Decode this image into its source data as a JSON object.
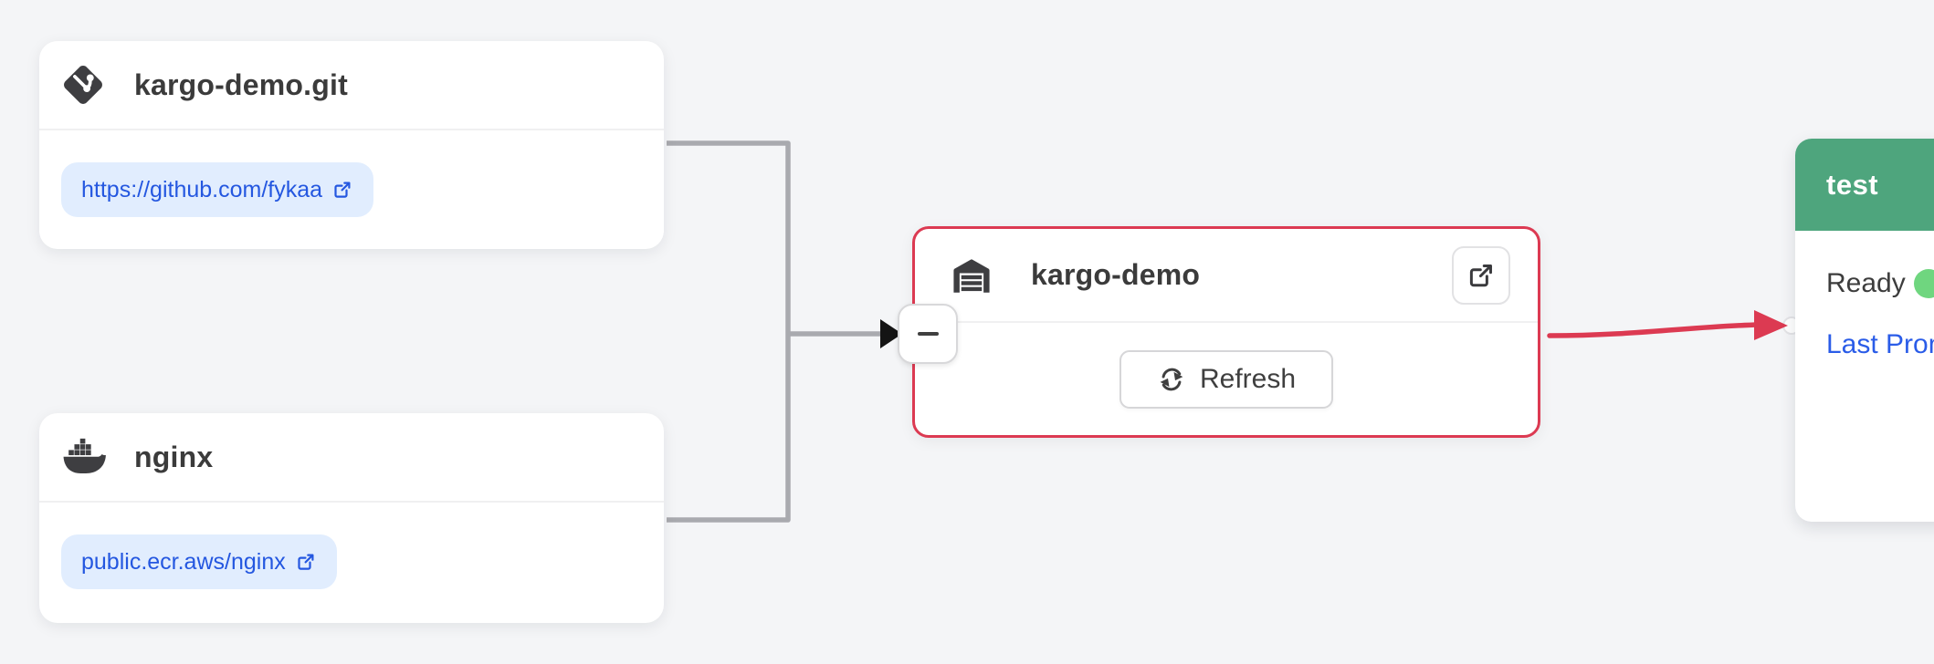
{
  "colors": {
    "background": "#f4f5f7",
    "card_background": "#ffffff",
    "title_text": "#3b3b3b",
    "link_blue": "#2457e0",
    "link_pill_background": "#e1edfe",
    "connector_gray": "#a9aaaf",
    "connector_arrow_black": "#141414",
    "warehouse_border_red": "#dc3a52",
    "promotion_edge_red": "#dc3a52",
    "stage_header_green": "#4ea57d",
    "ready_dot_green": "#6fd67f",
    "divider": "#f0f0f1"
  },
  "sources": [
    {
      "title": "kargo-demo.git",
      "repo_url": "https://github.com/fykaa",
      "icon": "git-icon"
    },
    {
      "title": "nginx",
      "repo_url": "public.ecr.aws/nginx",
      "icon": "docker-icon"
    }
  ],
  "warehouse": {
    "title": "kargo-demo",
    "refresh_label": "Refresh",
    "icon": "warehouse-icon"
  },
  "stage": {
    "name": "test",
    "status_label": "Ready",
    "last_promotion_label": "Last Prom"
  },
  "icons": {
    "git": "git-icon",
    "docker": "docker-icon",
    "warehouse": "warehouse-icon",
    "external_link": "external-link-icon",
    "refresh": "refresh-icon",
    "collapse": "minus-icon"
  }
}
